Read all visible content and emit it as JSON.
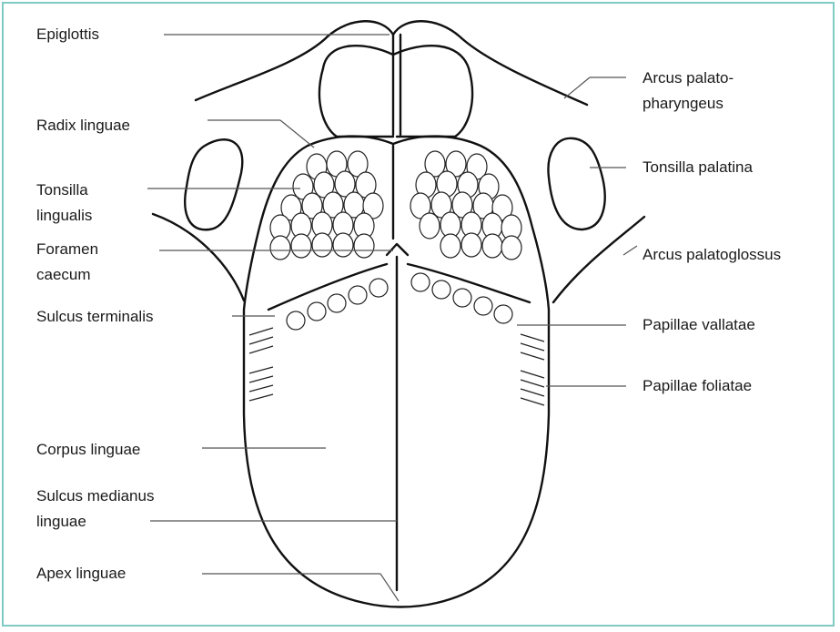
{
  "colors": {
    "frame": "#7fcbc4",
    "stroke": "#111111",
    "text": "#1a1a1a"
  },
  "labels": {
    "epiglottis": "Epiglottis",
    "radix": "Radix linguae",
    "tonsilla_lingualis_1": "Tonsilla",
    "tonsilla_lingualis_2": "lingualis",
    "foramen_1": "Foramen",
    "foramen_2": "caecum",
    "sulcus_terminalis": "Sulcus terminalis",
    "corpus": "Corpus linguae",
    "sulcus_medianus_1": "Sulcus medianus",
    "sulcus_medianus_2": "linguae",
    "apex": "Apex linguae",
    "arcus_palatopharyngeus_1": "Arcus palato-",
    "arcus_palatopharyngeus_2": "pharyngeus",
    "tonsilla_palatina": "Tonsilla palatina",
    "arcus_palatoglossus": "Arcus palatoglossus",
    "papillae_vallatae": "Papillae vallatae",
    "papillae_foliatae": "Papillae foliatae"
  }
}
